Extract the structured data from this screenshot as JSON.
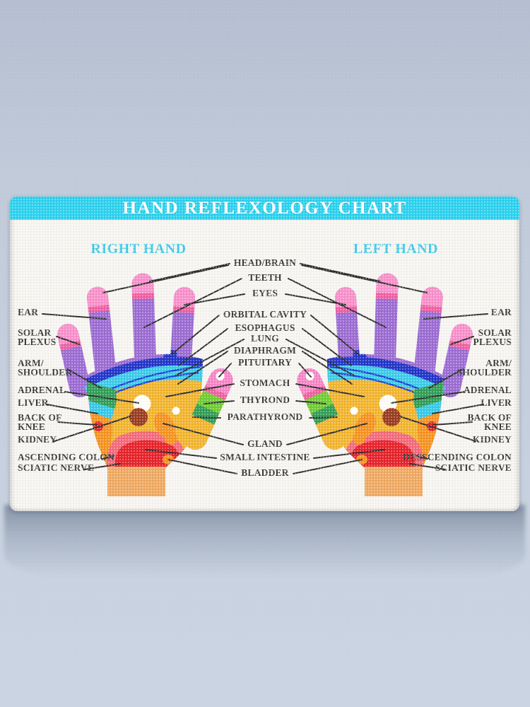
{
  "poster": {
    "title": "HAND REFLEXOLOGY CHART",
    "headings": {
      "right": "RIGHT HAND",
      "left": "LEFT HAND"
    }
  },
  "labels": {
    "left": [
      "EAR",
      "SOLAR\nPLEXUS",
      "ARM/\nSHOULDER",
      "ADRENAL",
      "LIVER",
      "BACK OF\nKNEE",
      "KIDNEY",
      "ASCENDING COLON",
      "SCIATIC NERVE"
    ],
    "center": [
      "HEAD/BRAIN",
      "TEETH",
      "EYES",
      "ORBITAL CAVITY",
      "ESOPHAGUS",
      "LUNG",
      "DIAPHRAGM",
      "PITUITARY",
      "STOMACH",
      "THYROND",
      "PARATHYROND",
      "GLAND",
      "SMALL INTESTINE",
      "BLADDER"
    ],
    "right": [
      "EAR",
      "SOLAR\nPLEXUS",
      "ARM/\nSHOULDER",
      "ADRENAL",
      "LIVER",
      "BACK OF\nKNEE",
      "KIDNEY",
      "DESSCENDING COLON",
      "SCIATIC NERVE"
    ]
  },
  "colors": {
    "title_bar": "#2bd1ef",
    "heading_text": "#3ec9e8",
    "label_text": "#383838",
    "leader_line": "#2e2e2e",
    "canvas_bg": "#f6f5f1",
    "wall": "#c3cddb",
    "finger_purple": "#9b6bd3",
    "tip_pink_light": "#f98fcb",
    "tip_pink_dark": "#ef5fa1",
    "knuckle_blue": "#2134c8",
    "band_cyan": "#3bcbea",
    "palm_gold": "#f2b42c",
    "side_orange": "#f6921e",
    "green_dark": "#2e9e55",
    "green_light": "#6fcc31",
    "salmon": "#f4697a",
    "red": "#e7212a",
    "brown": "#993b1e",
    "wrist_tan": "#f0a961"
  }
}
